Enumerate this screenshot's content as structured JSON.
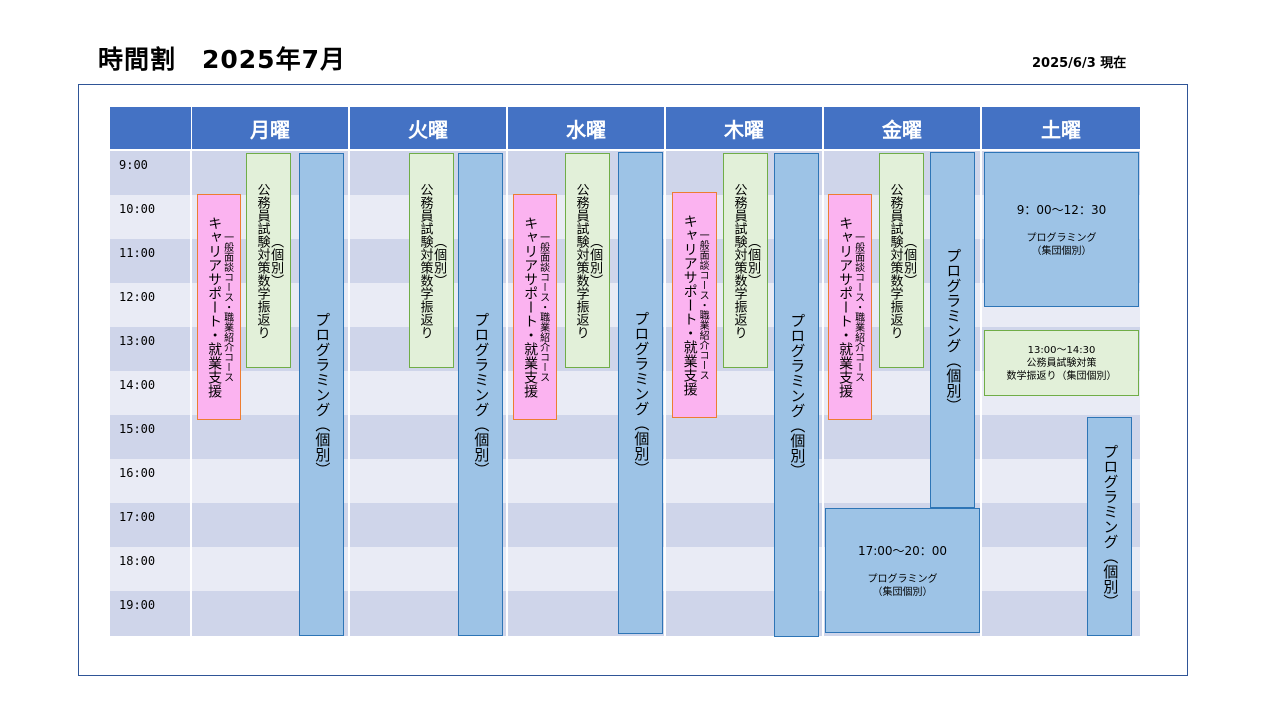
{
  "title": "時間割　2025年7月",
  "updated": "2025/6/3 現在",
  "days": [
    "月曜",
    "火曜",
    "水曜",
    "木曜",
    "金曜",
    "土曜"
  ],
  "times": [
    "9:00",
    "10:00",
    "11:00",
    "12:00",
    "13:00",
    "14:00",
    "15:00",
    "16:00",
    "17:00",
    "18:00",
    "19:00"
  ],
  "labels": {
    "prog_individual": "プログラミング（個別）",
    "koumu_line1": "公務員試験対策数学振返り",
    "koumu_line2": "（個別）",
    "career_line1": "キャリアサポート・就業支援",
    "career_line2": "一般面談コース・職業紹介コース"
  },
  "friday_evening": {
    "time": "17:00〜20：00",
    "title": "プログラミング",
    "sub": "（集団個別）"
  },
  "saturday_morning": {
    "time": "9：00〜12：30",
    "title": "プログラミング",
    "sub": "（集団個別）"
  },
  "saturday_koumu": {
    "time": "13:00〜14:30",
    "line1": "公務員試験対策",
    "line2": "数学振返り（集団個別）"
  },
  "colors": {
    "header": "#4472c4",
    "row_dark": "#cfd5ea",
    "row_light": "#e9ebf5",
    "programming": "#9dc3e6",
    "koumu": "#e2f0d9",
    "career": "#fbb3f0"
  }
}
